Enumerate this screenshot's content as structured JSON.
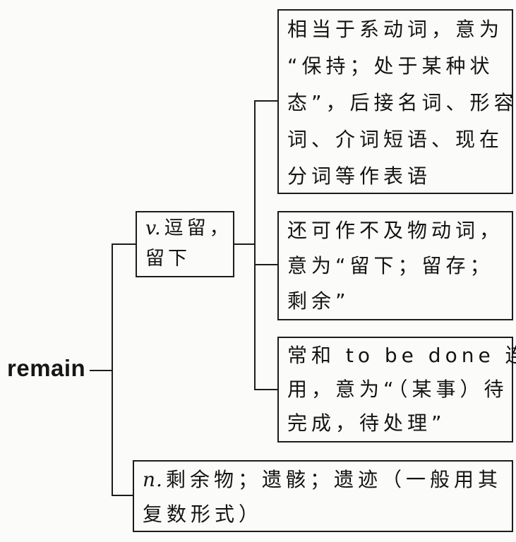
{
  "palette": {
    "background": "#fbfbf9",
    "line_color": "#1c1c1c",
    "text_color": "#141414"
  },
  "root": {
    "word": "remain"
  },
  "verb_label": {
    "pos": "v.",
    "line1_rest": "逗留，",
    "line2": "留下"
  },
  "verb_sense_linking": {
    "lines": [
      "相当于系动词，意为",
      "“保持；处于某种状",
      "态”，后接名词、形容",
      "词、介词短语、现在",
      "分词等作表语"
    ]
  },
  "verb_sense_intransitive": {
    "lines": [
      "还可作不及物动词，",
      "意为“留下；留存；",
      "剩余”"
    ]
  },
  "verb_sense_to_be_done": {
    "lines": [
      "常和 to be done 连",
      "用，意为“（某事）待",
      "完成，待处理”"
    ]
  },
  "noun_label": {
    "pos": "n.",
    "line1_rest": "剩余物；遗骸；遗迹（一般用其",
    "line2": "复数形式）"
  }
}
